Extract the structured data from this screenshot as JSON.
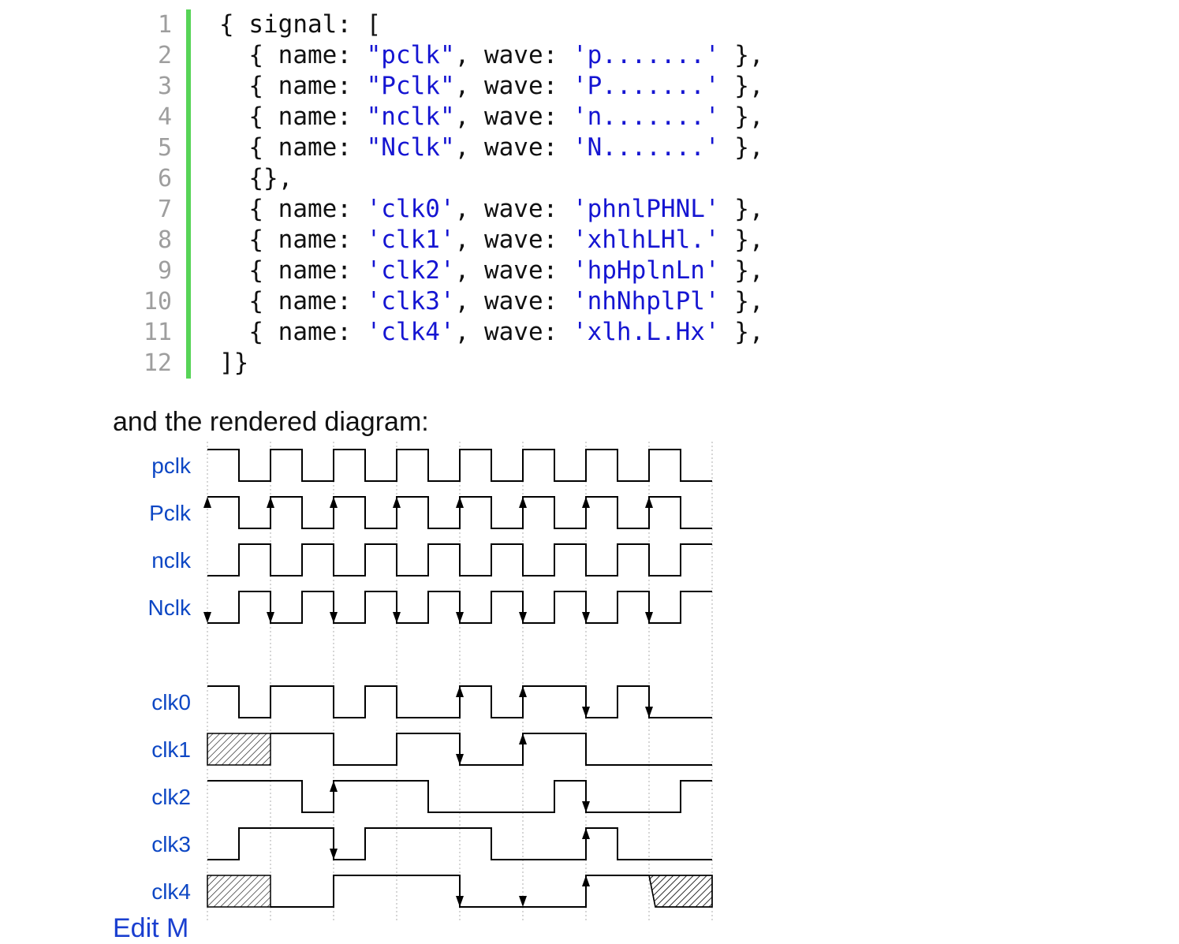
{
  "code": {
    "line_numbers": [
      "1",
      "2",
      "3",
      "4",
      "5",
      "6",
      "7",
      "8",
      "9",
      "10",
      "11",
      "12"
    ],
    "lines": [
      [
        {
          "t": "{ signal: [",
          "s": 0
        }
      ],
      [
        {
          "t": "  { name: ",
          "s": 0
        },
        {
          "t": "\"pclk\"",
          "s": 1
        },
        {
          "t": ", wave: ",
          "s": 0
        },
        {
          "t": "'p.......'",
          "s": 1
        },
        {
          "t": " },",
          "s": 0
        }
      ],
      [
        {
          "t": "  { name: ",
          "s": 0
        },
        {
          "t": "\"Pclk\"",
          "s": 1
        },
        {
          "t": ", wave: ",
          "s": 0
        },
        {
          "t": "'P.......'",
          "s": 1
        },
        {
          "t": " },",
          "s": 0
        }
      ],
      [
        {
          "t": "  { name: ",
          "s": 0
        },
        {
          "t": "\"nclk\"",
          "s": 1
        },
        {
          "t": ", wave: ",
          "s": 0
        },
        {
          "t": "'n.......'",
          "s": 1
        },
        {
          "t": " },",
          "s": 0
        }
      ],
      [
        {
          "t": "  { name: ",
          "s": 0
        },
        {
          "t": "\"Nclk\"",
          "s": 1
        },
        {
          "t": ", wave: ",
          "s": 0
        },
        {
          "t": "'N.......'",
          "s": 1
        },
        {
          "t": " },",
          "s": 0
        }
      ],
      [
        {
          "t": "  {},",
          "s": 0
        }
      ],
      [
        {
          "t": "  { name: ",
          "s": 0
        },
        {
          "t": "'clk0'",
          "s": 1
        },
        {
          "t": ", wave: ",
          "s": 0
        },
        {
          "t": "'phnlPHNL'",
          "s": 1
        },
        {
          "t": " },",
          "s": 0
        }
      ],
      [
        {
          "t": "  { name: ",
          "s": 0
        },
        {
          "t": "'clk1'",
          "s": 1
        },
        {
          "t": ", wave: ",
          "s": 0
        },
        {
          "t": "'xhlhLHl.'",
          "s": 1
        },
        {
          "t": " },",
          "s": 0
        }
      ],
      [
        {
          "t": "  { name: ",
          "s": 0
        },
        {
          "t": "'clk2'",
          "s": 1
        },
        {
          "t": ", wave: ",
          "s": 0
        },
        {
          "t": "'hpHplnLn'",
          "s": 1
        },
        {
          "t": " },",
          "s": 0
        }
      ],
      [
        {
          "t": "  { name: ",
          "s": 0
        },
        {
          "t": "'clk3'",
          "s": 1
        },
        {
          "t": ", wave: ",
          "s": 0
        },
        {
          "t": "'nhNhplPl'",
          "s": 1
        },
        {
          "t": " },",
          "s": 0
        }
      ],
      [
        {
          "t": "  { name: ",
          "s": 0
        },
        {
          "t": "'clk4'",
          "s": 1
        },
        {
          "t": ", wave: ",
          "s": 0
        },
        {
          "t": "'xlh.L.Hx'",
          "s": 1
        },
        {
          "t": " },",
          "s": 0
        }
      ],
      [
        {
          "t": "]}",
          "s": 0
        }
      ]
    ]
  },
  "caption": "and the rendered diagram:",
  "edit_link": "Edit M",
  "colors": {
    "label": "#0d47c4",
    "wave": "#000000",
    "gridline": "#bbbbbb",
    "gutter": "#57d457",
    "string": "#1515d2"
  },
  "diagram": {
    "signals": [
      {
        "name": "pclk",
        "wave": "p......."
      },
      {
        "name": "Pclk",
        "wave": "P......."
      },
      {
        "name": "nclk",
        "wave": "n......."
      },
      {
        "name": "Nclk",
        "wave": "N......."
      },
      {
        "name": "",
        "wave": ""
      },
      {
        "name": "clk0",
        "wave": "phnlPHNL"
      },
      {
        "name": "clk1",
        "wave": "xhlhLHl."
      },
      {
        "name": "clk2",
        "wave": "hpHplnLn"
      },
      {
        "name": "clk3",
        "wave": "nhNhplPl"
      },
      {
        "name": "clk4",
        "wave": "xlh.L.Hx"
      }
    ]
  }
}
